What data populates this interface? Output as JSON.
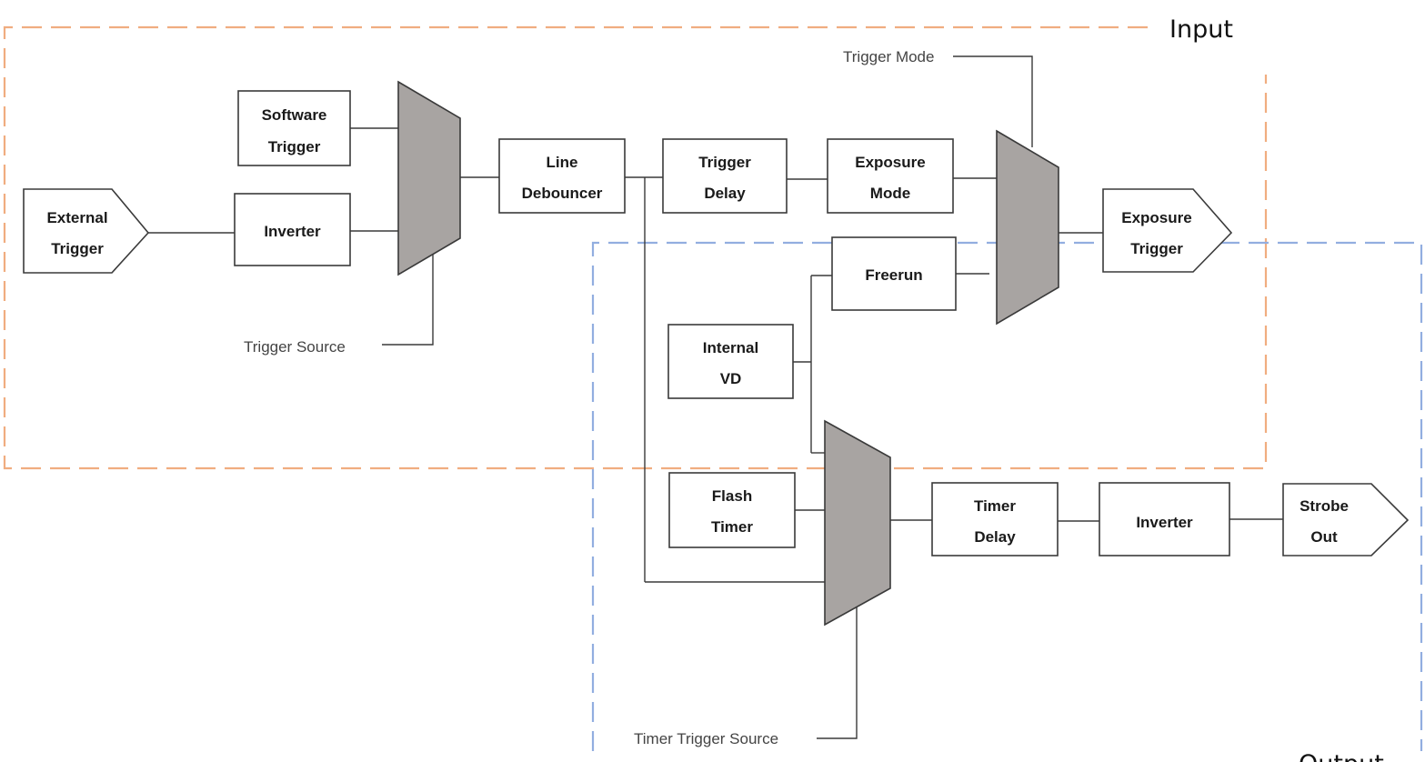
{
  "regions": {
    "input": "Input",
    "output": "Output"
  },
  "colors": {
    "input_region": "#f0ad80",
    "output_region": "#92aee0",
    "mux_fill": "#a8a4a2"
  },
  "blocks": {
    "software_trigger": [
      "Software",
      "Trigger"
    ],
    "external_trigger": [
      "External",
      "Trigger"
    ],
    "inverter_in": [
      "Inverter"
    ],
    "line_debouncer": [
      "Line",
      "Debouncer"
    ],
    "trigger_delay": [
      "Trigger",
      "Delay"
    ],
    "exposure_mode": [
      "Exposure",
      "Mode"
    ],
    "exposure_trigger": [
      "Exposure",
      "Trigger"
    ],
    "freerun": [
      "Freerun"
    ],
    "internal_vd": [
      "Internal",
      "VD"
    ],
    "flash_timer": [
      "Flash",
      "Timer"
    ],
    "timer_delay": [
      "Timer",
      "Delay"
    ],
    "inverter_out": [
      "Inverter"
    ],
    "strobe_out": [
      "Strobe",
      "Out"
    ]
  },
  "labels": {
    "trigger_source": "Trigger Source",
    "trigger_mode": "Trigger Mode",
    "timer_trigger_source": "Timer Trigger Source"
  }
}
